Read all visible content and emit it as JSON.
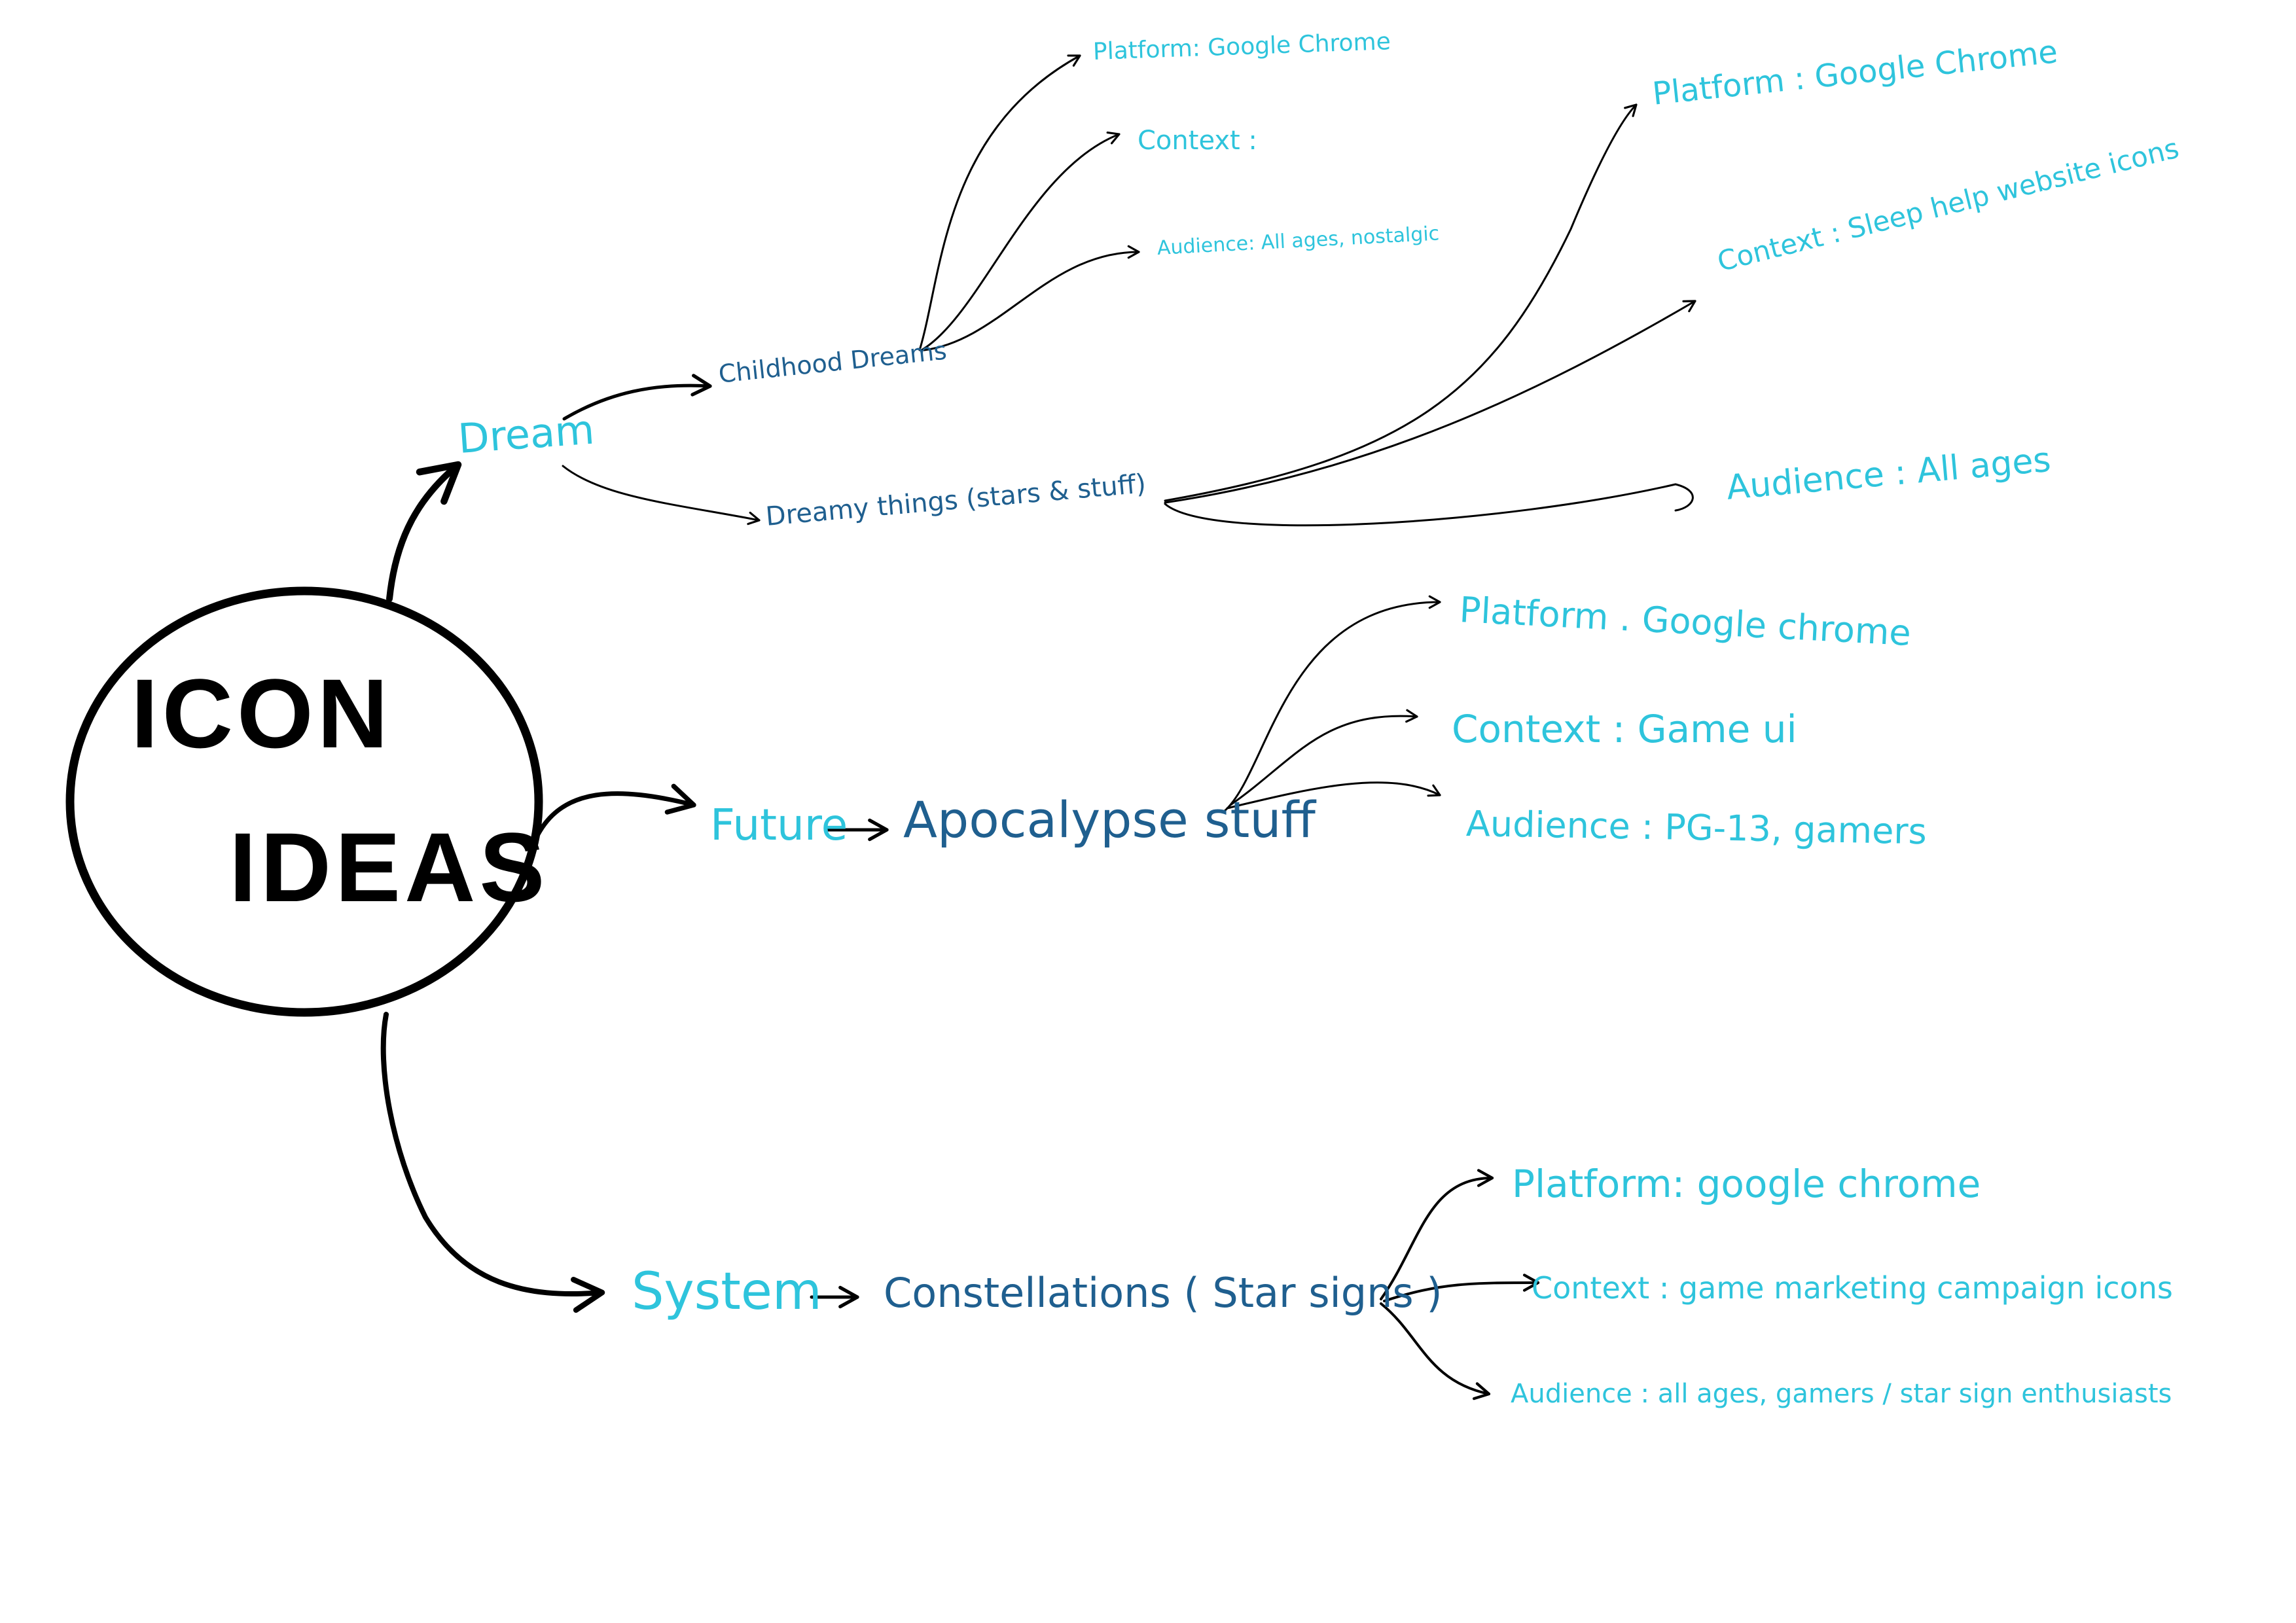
{
  "center": {
    "line1": "ICON",
    "line2": "IDEAS"
  },
  "branches": {
    "dream": {
      "label": "Dream",
      "childhood": {
        "label": "Childhood Dreams",
        "platform": "Platform: Google Chrome",
        "context": "Context :",
        "audience": "Audience: All ages, nostalgic"
      },
      "dreamy": {
        "label": "Dreamy things (stars & stuff)",
        "platform": "Platform : Google Chrome",
        "context": "Context : Sleep help website icons",
        "audience": "Audience : All ages"
      }
    },
    "future": {
      "label": "Future",
      "apocalypse": {
        "label": "Apocalypse stuff",
        "platform": "Platform . Google chrome",
        "context": "Context : Game ui",
        "audience": "Audience : PG-13, gamers"
      }
    },
    "system": {
      "label": "System",
      "constellations": {
        "label": "Constellations ( Star signs )",
        "platform": "Platform: google chrome",
        "context": "Context : game marketing campaign icons",
        "audience": "Audience : all ages, gamers / star sign enthusiasts"
      }
    }
  },
  "colors": {
    "line": "#000000",
    "topic": "#2ec4dc",
    "subtopic": "#1f5f8f",
    "attribute": "#2ec4dc"
  }
}
